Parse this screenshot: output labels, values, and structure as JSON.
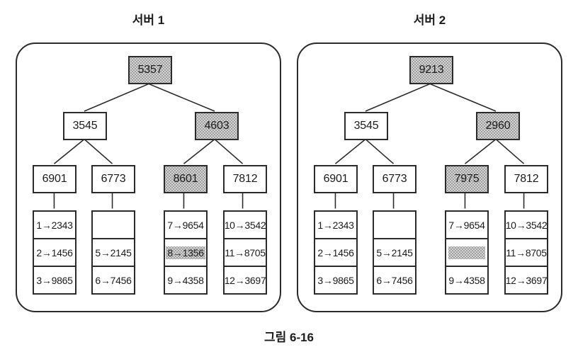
{
  "figure": {
    "caption": "그림 6-16"
  },
  "colors": {
    "background": "#ffffff",
    "border": "#2b2b2b",
    "shaded_fill": "#d4d4d4",
    "shaded_dot": "#8f8f8f",
    "text": "#1c1c1c"
  },
  "servers": [
    {
      "title": "서버 1",
      "root": {
        "label": "5357",
        "shaded": true
      },
      "internal": [
        {
          "label": "3545",
          "shaded": false
        },
        {
          "label": "4603",
          "shaded": true
        }
      ],
      "leaves": [
        {
          "label": "6901",
          "shaded": false
        },
        {
          "label": "6773",
          "shaded": false
        },
        {
          "label": "8601",
          "shaded": true
        },
        {
          "label": "7812",
          "shaded": false
        }
      ],
      "lists": [
        {
          "cells": [
            {
              "text": "1→2343",
              "highlight": false
            },
            {
              "text": "2→1456",
              "highlight": false
            },
            {
              "text": "3→9865",
              "highlight": false
            }
          ]
        },
        {
          "cells": [
            {
              "text": "",
              "highlight": false
            },
            {
              "text": "5→2145",
              "highlight": false
            },
            {
              "text": "6→7456",
              "highlight": false
            }
          ]
        },
        {
          "cells": [
            {
              "text": "7→9654",
              "highlight": false
            },
            {
              "text": "8→1356",
              "highlight": true
            },
            {
              "text": "9→4358",
              "highlight": false
            }
          ]
        },
        {
          "cells": [
            {
              "text": "10→3542",
              "highlight": false
            },
            {
              "text": "11→8705",
              "highlight": false
            },
            {
              "text": "12→3697",
              "highlight": false
            }
          ]
        }
      ]
    },
    {
      "title": "서버 2",
      "root": {
        "label": "9213",
        "shaded": true
      },
      "internal": [
        {
          "label": "3545",
          "shaded": false
        },
        {
          "label": "2960",
          "shaded": true
        }
      ],
      "leaves": [
        {
          "label": "6901",
          "shaded": false
        },
        {
          "label": "6773",
          "shaded": false
        },
        {
          "label": "7975",
          "shaded": true
        },
        {
          "label": "7812",
          "shaded": false
        }
      ],
      "lists": [
        {
          "cells": [
            {
              "text": "1→2343",
              "highlight": false
            },
            {
              "text": "2→1456",
              "highlight": false
            },
            {
              "text": "3→9865",
              "highlight": false
            }
          ]
        },
        {
          "cells": [
            {
              "text": "",
              "highlight": false
            },
            {
              "text": "5→2145",
              "highlight": false
            },
            {
              "text": "6→7456",
              "highlight": false
            }
          ]
        },
        {
          "cells": [
            {
              "text": "7→9654",
              "highlight": false
            },
            {
              "text": "",
              "highlight": true
            },
            {
              "text": "9→4358",
              "highlight": false
            }
          ]
        },
        {
          "cells": [
            {
              "text": "10→3542",
              "highlight": false
            },
            {
              "text": "11→8705",
              "highlight": false
            },
            {
              "text": "12→3697",
              "highlight": false
            }
          ]
        }
      ]
    }
  ]
}
